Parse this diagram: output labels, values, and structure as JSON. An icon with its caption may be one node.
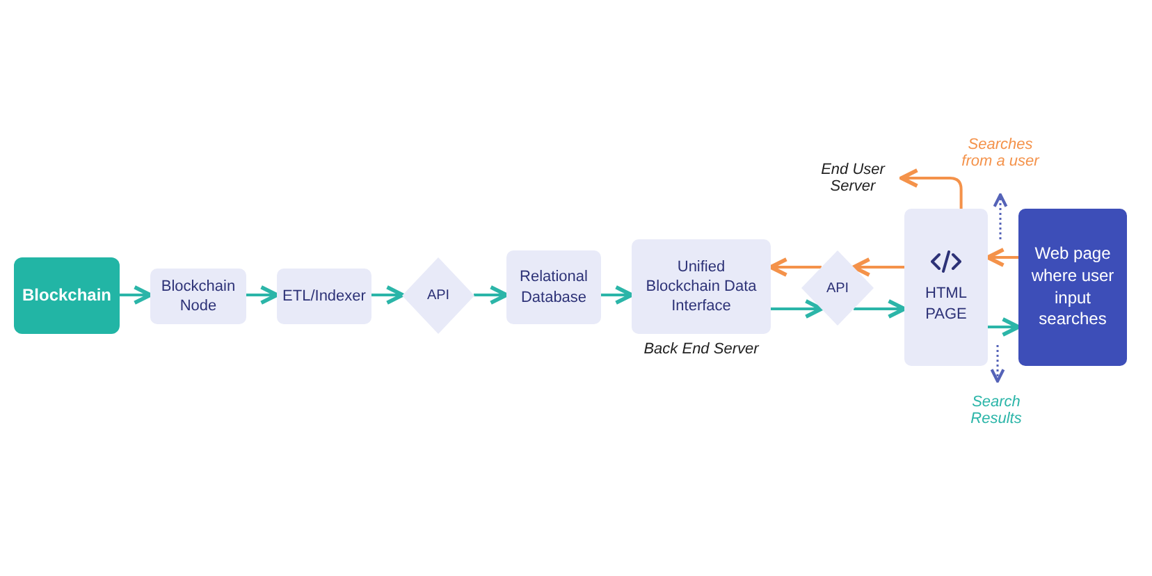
{
  "diagram": {
    "nodes": [
      {
        "text": [
          "Blockchain"
        ]
      },
      {
        "text": [
          "Blockchain Node"
        ]
      },
      {
        "text": [
          "ETL/Indexer"
        ]
      },
      {
        "text": [
          "API"
        ]
      },
      {
        "text": [
          "Relational Database"
        ]
      },
      {
        "text": [
          "Unified Blockchain Data Interface"
        ],
        "beside": [
          "Back End Server"
        ]
      },
      {
        "text": [
          "API"
        ]
      },
      {
        "text": [
          "HTML PAGE"
        ]
      },
      {
        "text": [
          "Web page where user input searches"
        ]
      },
      {
        "text": [
          "End User Server"
        ]
      }
    ],
    "edges": [
      {
        "from": 0,
        "to": 1,
        "arrow": "to"
      },
      {
        "from": 1,
        "to": 2,
        "arrow": "to"
      },
      {
        "from": 2,
        "to": 3,
        "arrow": "to"
      },
      {
        "from": 3,
        "to": 4,
        "arrow": "to"
      },
      {
        "from": 4,
        "to": 5,
        "arrow": "to"
      },
      {
        "from": 5,
        "to": 6,
        "arrow": "to"
      },
      {
        "from": 6,
        "to": 7,
        "arrow": "to"
      },
      {
        "from": 7,
        "to": 6,
        "arrow": "to",
        "color": "#f4924a"
      },
      {
        "from": 6,
        "to": 5,
        "arrow": "to",
        "color": "#f4924a"
      },
      {
        "from": 8,
        "to": 7,
        "arrow": "to",
        "color": "#f4924a"
      },
      {
        "from": 7,
        "to": 8,
        "arrow": "to"
      },
      {
        "from": 7,
        "to": 9,
        "arrow": "to",
        "color": "#f4924a"
      }
    ],
    "labels": [
      "Searches from a user",
      "Search Results"
    ]
  }
}
